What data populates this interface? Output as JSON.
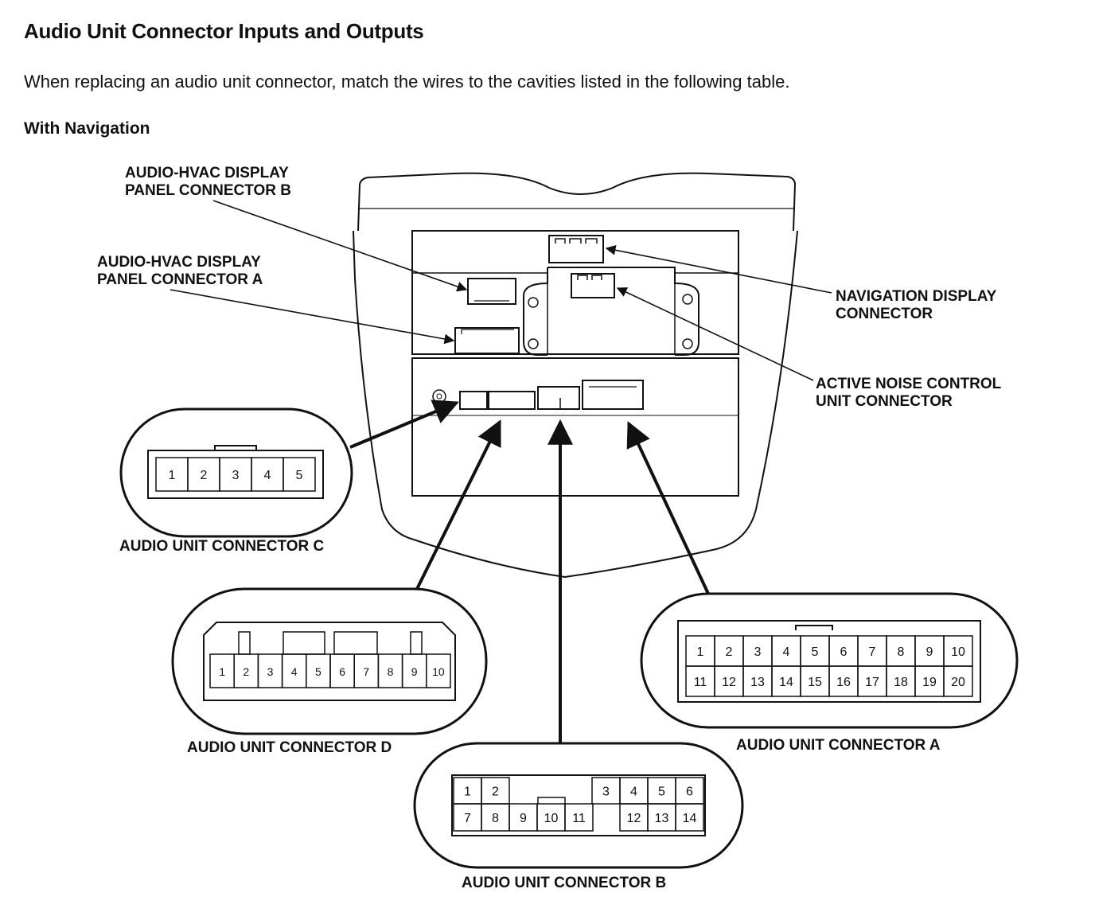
{
  "header": {
    "title": "Audio Unit Connector Inputs and Outputs",
    "intro": "When replacing an audio unit connector, match the wires to the cavities listed in the following table.",
    "subheading": "With Navigation"
  },
  "callouts": {
    "hvac_b": [
      "AUDIO-HVAC DISPLAY",
      "PANEL CONNECTOR B"
    ],
    "hvac_a": [
      "AUDIO-HVAC DISPLAY",
      "PANEL CONNECTOR A"
    ],
    "nav_display": [
      "NAVIGATION DISPLAY",
      "CONNECTOR"
    ],
    "anc_unit": [
      "ACTIVE NOISE CONTROL",
      "UNIT CONNECTOR"
    ]
  },
  "connectors": {
    "c": {
      "label": "AUDIO UNIT CONNECTOR C",
      "pins": [
        "1",
        "2",
        "3",
        "4",
        "5"
      ]
    },
    "d": {
      "label": "AUDIO UNIT CONNECTOR D",
      "pins": [
        "1",
        "2",
        "3",
        "4",
        "5",
        "6",
        "7",
        "8",
        "9",
        "10"
      ]
    },
    "a": {
      "label": "AUDIO UNIT CONNECTOR A",
      "row1": [
        "1",
        "2",
        "3",
        "4",
        "5",
        "6",
        "7",
        "8",
        "9",
        "10"
      ],
      "row2": [
        "11",
        "12",
        "13",
        "14",
        "15",
        "16",
        "17",
        "18",
        "19",
        "20"
      ]
    },
    "b": {
      "label": "AUDIO UNIT CONNECTOR B",
      "row1_left": [
        "1",
        "2"
      ],
      "row1_right": [
        "3",
        "4",
        "5",
        "6"
      ],
      "row2_left": [
        "7",
        "8",
        "9",
        "10",
        "11"
      ],
      "row2_right": [
        "12",
        "13",
        "14"
      ]
    }
  },
  "colors": {
    "ink": "#111111",
    "paper": "#ffffff"
  }
}
